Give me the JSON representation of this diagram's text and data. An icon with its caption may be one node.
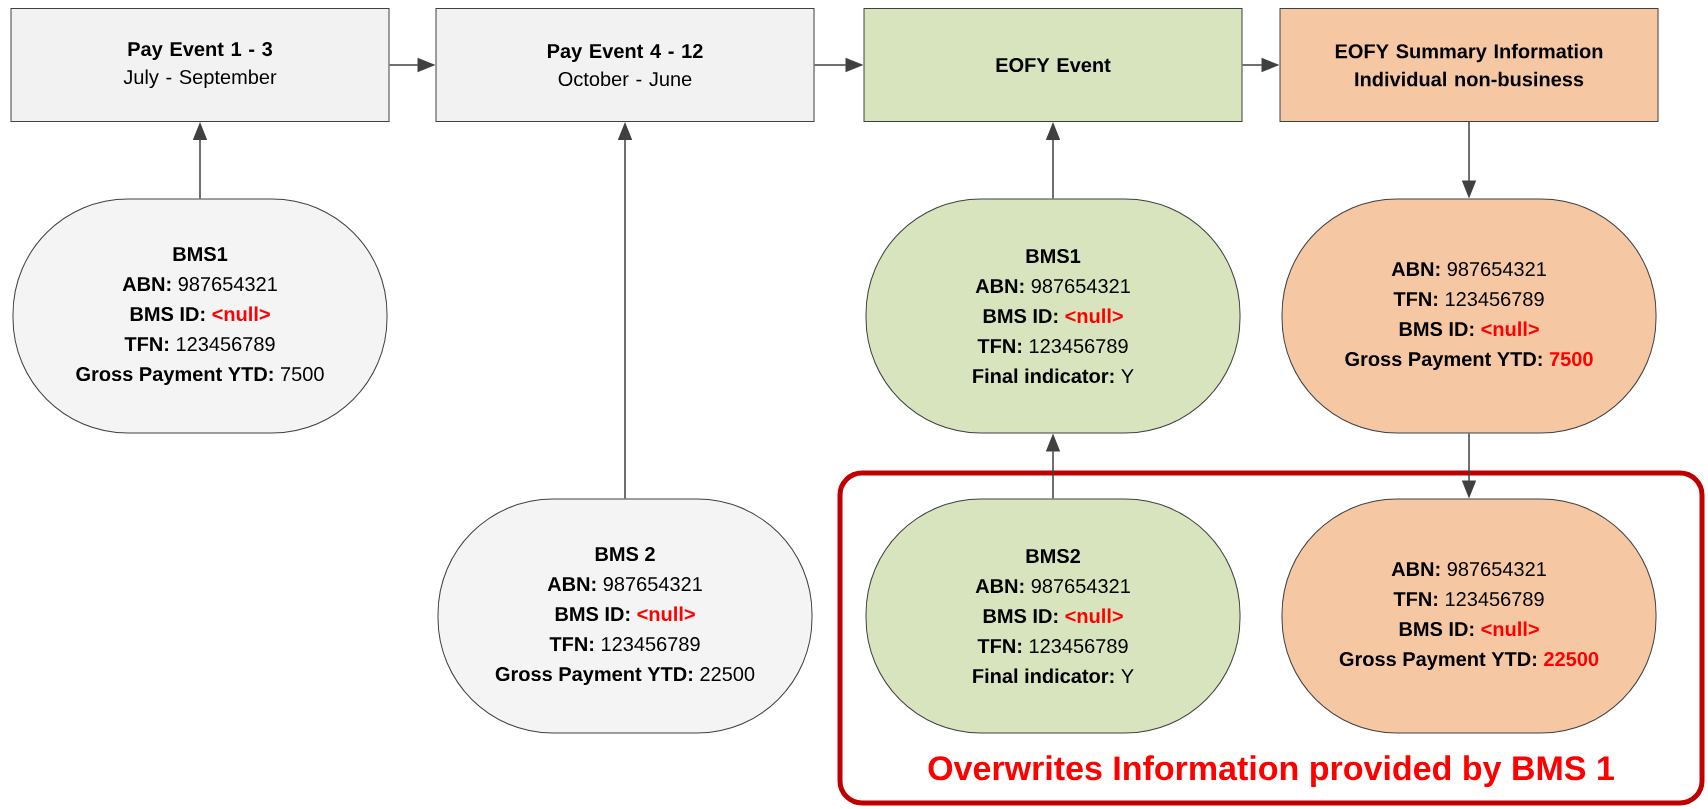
{
  "diagram": {
    "nodes": [
      {
        "text": [
          "Pay Event 1 - 3",
          "July - September"
        ]
      },
      {
        "text": [
          "Pay Event 4 - 12",
          "October - June"
        ]
      },
      {
        "text": [
          "EOFY Event"
        ]
      },
      {
        "text": [
          "EOFY Summary Information Individual non-business"
        ]
      },
      {
        "text": [
          "BMS1",
          "ABN:",
          "987654321",
          "BMS ID:",
          "<null>",
          "TFN:",
          "123456789",
          "Gross Payment YTD:",
          "7500"
        ]
      },
      {
        "text": [
          "BMS1",
          "ABN:",
          "987654321",
          "BMS ID:",
          "<null>",
          "TFN:",
          "123456789",
          "Final indicator:",
          "Y"
        ]
      },
      {
        "text": [
          "ABN:",
          "987654321",
          "TFN:",
          "123456789",
          "BMS ID:",
          "<null>",
          "Gross Payment YTD:",
          "7500"
        ]
      },
      {
        "text": [
          "BMS 2",
          "ABN:",
          "987654321",
          "BMS ID:",
          "<null>",
          "TFN:",
          "123456789",
          "Gross Payment YTD:",
          "22500"
        ]
      },
      {
        "text": [
          "Overwrites Information provided by BMS 1"
        ]
      },
      {
        "text": [
          "BMS2",
          "ABN:",
          "987654321",
          "BMS ID:",
          "<null>",
          "TFN:",
          "123456789",
          "Final indicator:",
          "Y"
        ],
        "in": 8
      },
      {
        "text": [
          "ABN:",
          "987654321",
          "TFN:",
          "123456789",
          "BMS ID:",
          "<null>",
          "Gross Payment YTD:",
          "22500"
        ],
        "in": 8
      }
    ],
    "edges": [
      {
        "from": 0,
        "to": 1,
        "arrow": "to"
      },
      {
        "from": 1,
        "to": 2,
        "arrow": "to"
      },
      {
        "from": 2,
        "to": 3,
        "arrow": "to"
      },
      {
        "from": 4,
        "to": 0,
        "arrow": "to"
      },
      {
        "from": 7,
        "to": 1,
        "arrow": "to"
      },
      {
        "from": 5,
        "to": 2,
        "arrow": "to"
      },
      {
        "from": 9,
        "to": 5,
        "arrow": "to"
      },
      {
        "from": 3,
        "to": 6,
        "arrow": "to"
      },
      {
        "from": 6,
        "to": 10,
        "arrow": "to"
      }
    ]
  }
}
